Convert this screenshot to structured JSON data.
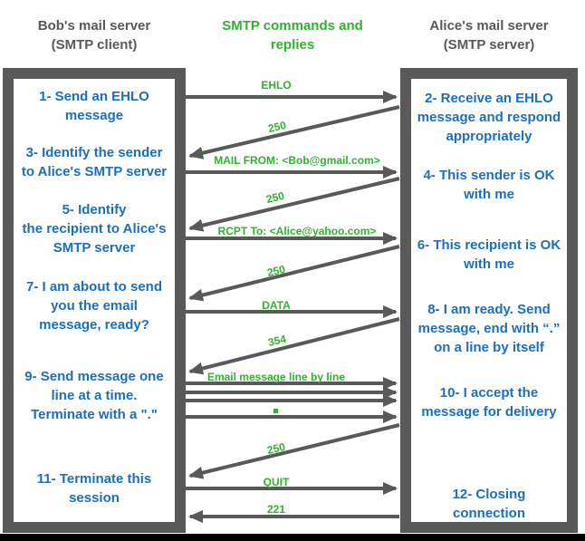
{
  "colors": {
    "step_text": "#1C6FBA",
    "label_green": "#2FB32F",
    "arrow_gray": "#595959",
    "bottom_bar": "#000000"
  },
  "headers": {
    "client": "Bob's mail server\n(SMTP client)",
    "middle": "SMTP commands and\nreplies",
    "server": "Alice's mail server\n(SMTP server)"
  },
  "client_steps": [
    "1- Send an EHLO\nmessage",
    "3- Identify the sender\nto Alice's SMTP server",
    "5- Identify\nthe recipient to Alice's\nSMTP server",
    "7- I am about to send\nyou the email\nmessage, ready?",
    "9- Send message one\nline at a time.\nTerminate with a \".\"",
    "11- Terminate this\nsession"
  ],
  "server_steps": [
    "2- Receive an EHLO\nmessage and respond\nappropriately",
    "4- This sender is OK\nwith me",
    "6- This recipient is OK\nwith me",
    "8-  I am ready. Send\nmessage, end with “.”\non a line by itself",
    "10-  I accept the\nmessage for delivery",
    "12-  Closing\nconnection"
  ],
  "messages": [
    {
      "label": "EHLO",
      "direction": "client-to-server"
    },
    {
      "label": "250",
      "direction": "server-to-client"
    },
    {
      "label": "MAIL FROM: <Bob@gmail.com>",
      "direction": "client-to-server"
    },
    {
      "label": "250",
      "direction": "server-to-client"
    },
    {
      "label": "RCPT To: <Alice@yahoo.com>",
      "direction": "client-to-server"
    },
    {
      "label": "250",
      "direction": "server-to-client"
    },
    {
      "label": "DATA",
      "direction": "client-to-server"
    },
    {
      "label": "354",
      "direction": "server-to-client"
    },
    {
      "label": "Email message line by line",
      "direction": "client-to-server",
      "arrow_count": 3
    },
    {
      "label": ".",
      "direction": "client-to-server"
    },
    {
      "label": "250",
      "direction": "server-to-client"
    },
    {
      "label": "QUIT",
      "direction": "client-to-server"
    },
    {
      "label": "221",
      "direction": "server-to-client"
    }
  ]
}
